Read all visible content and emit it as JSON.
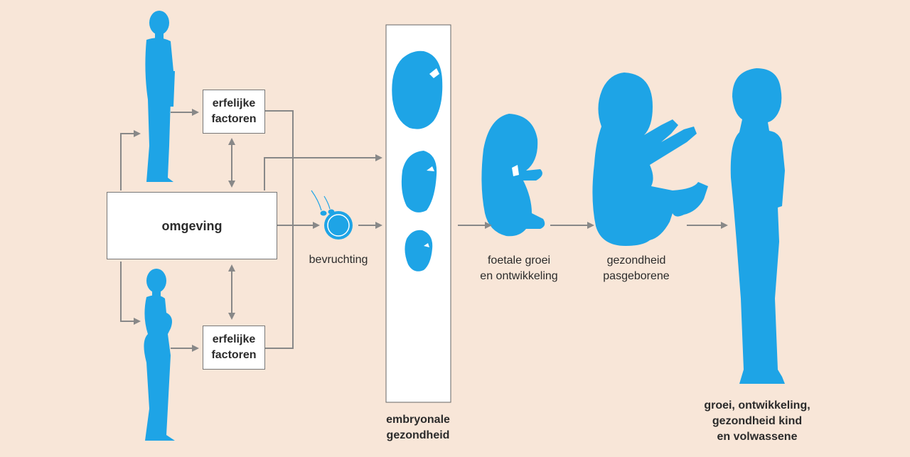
{
  "labels": {
    "heredity_top_line1": "erfelijke",
    "heredity_top_line2": "factoren",
    "heredity_bottom_line1": "erfelijke",
    "heredity_bottom_line2": "factoren",
    "environment": "omgeving",
    "fertilization": "bevruchting",
    "embryo_line1": "embryonale",
    "embryo_line2": "gezondheid",
    "fetal_line1": "foetale groei",
    "fetal_line2": "en ontwikkeling",
    "newborn_line1": "gezondheid",
    "newborn_line2": "pasgeborene",
    "child_line1": "groei, ontwikkeling,",
    "child_line2": "gezondheid kind",
    "child_line3": "en volwassene"
  },
  "colors": {
    "background": "#f8e6d8",
    "figure_blue": "#1ea4e6",
    "arrow_gray": "#888888",
    "box_fill": "#ffffff",
    "box_border": "#777777"
  }
}
